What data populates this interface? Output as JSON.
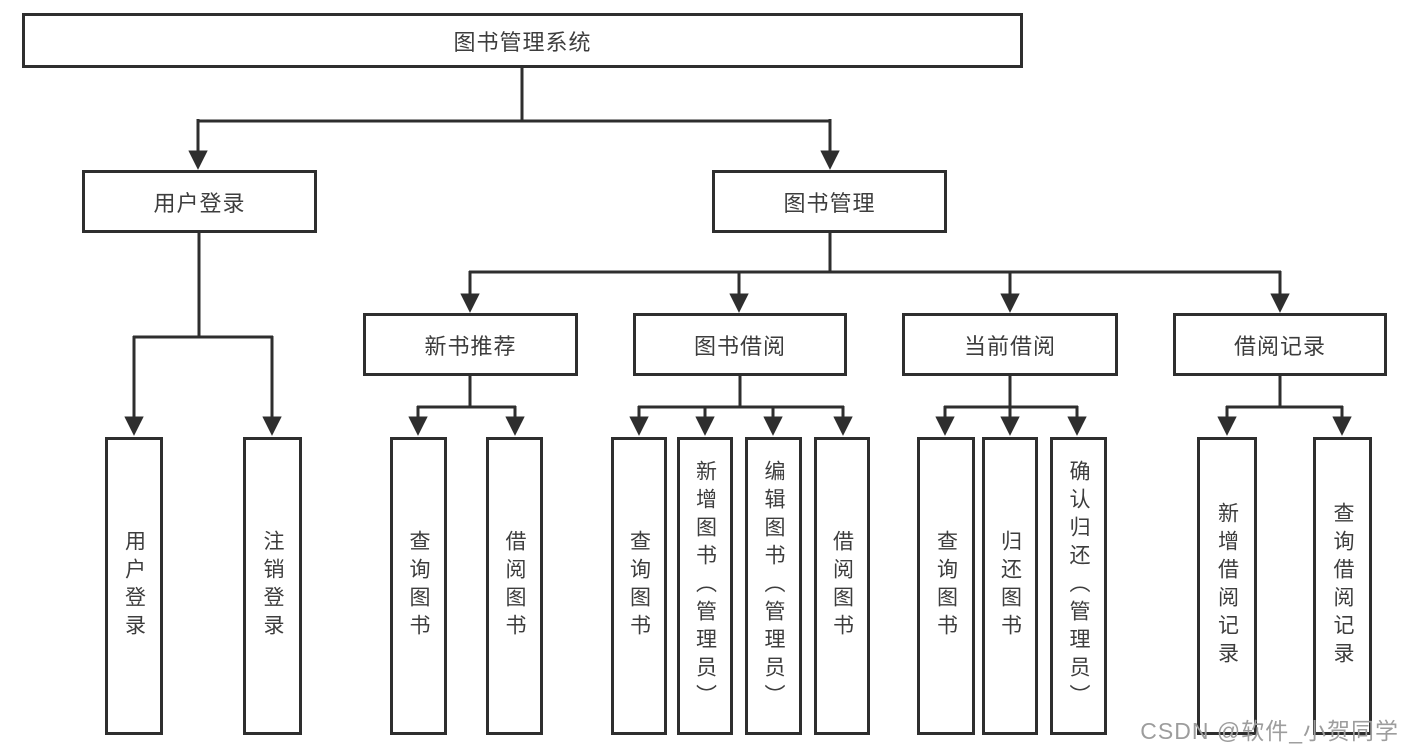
{
  "diagram": {
    "title": "图书管理系统",
    "level2": {
      "user_login": "用户登录",
      "book_management": "图书管理"
    },
    "level3": {
      "new_book": "新书推荐",
      "book_borrow": "图书借阅",
      "current_borrow": "当前借阅",
      "borrow_record": "借阅记录"
    },
    "leaves": {
      "user_login": [
        "用户登录",
        "注销登录"
      ],
      "new_book": [
        "查询图书",
        "借阅图书"
      ],
      "book_borrow": [
        "查询图书",
        "新增图书（管理员）",
        "编辑图书（管理员）",
        "借阅图书"
      ],
      "current_borrow": [
        "查询图书",
        "归还图书",
        "确认归还（管理员）"
      ],
      "borrow_record": [
        "新增借阅记录",
        "查询借阅记录"
      ]
    },
    "watermark": "CSDN @软件_小贺同学",
    "colors": {
      "line": "#2e2e2e",
      "text": "#3d3d3d",
      "watermark": "#9d9d9d",
      "background": "#ffffff"
    }
  }
}
